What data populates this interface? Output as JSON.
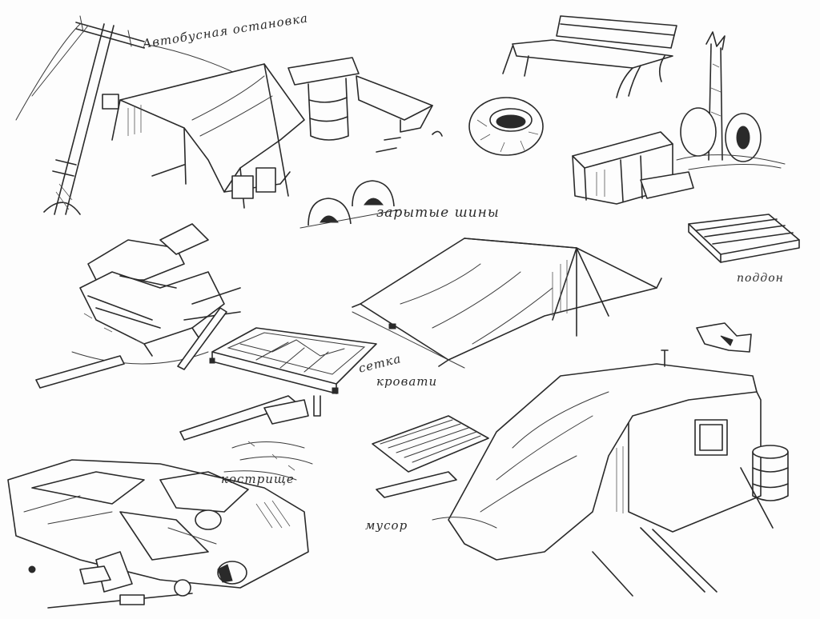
{
  "sheet": {
    "labels": {
      "bus_stop": "Автобусная остановка",
      "buried_tires": "зарытые шины",
      "pallet": "поддон",
      "bed_net_line1": "сетка",
      "bed_net_line2": "кровати",
      "bonfire": "кострище",
      "trash": "мусор"
    }
  }
}
